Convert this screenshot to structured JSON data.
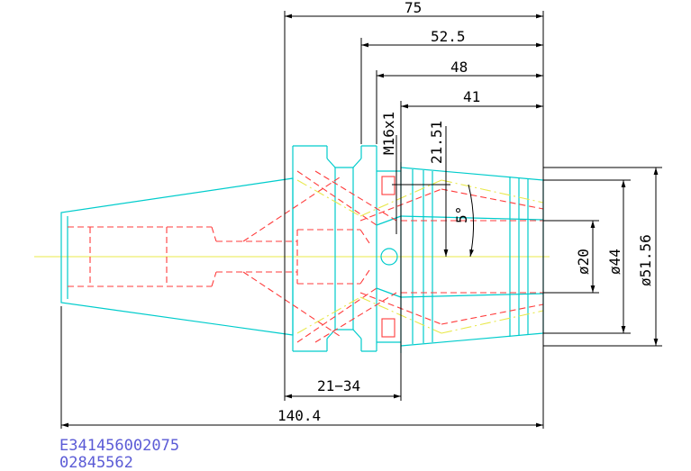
{
  "dimensions": {
    "d75": "75",
    "d52_5": "52.5",
    "d48": "48",
    "d41": "41",
    "thread": "M16x1",
    "d21_51": "21.51",
    "angle": "5°",
    "dia20": "ø20",
    "dia44": "ø44",
    "dia51_56": "ø51.56",
    "range": "21−34",
    "total": "140.4"
  },
  "part": {
    "code": "E341456002075",
    "number": "02845562"
  },
  "colors": {
    "outline": "#00cccc",
    "hidden": "#ff3b3b",
    "center": "#e8e84a",
    "dimension": "#000000",
    "part_text": "#5b5bd6"
  }
}
